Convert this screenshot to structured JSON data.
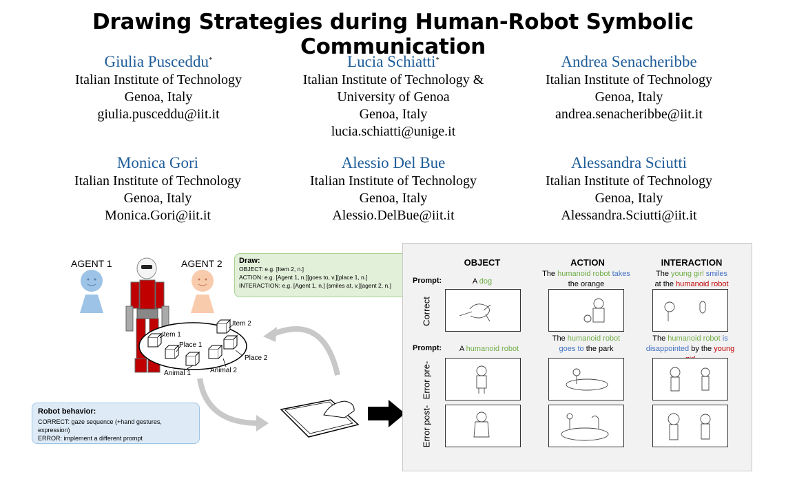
{
  "title": "Drawing Strategies during Human-Robot Symbolic Communication",
  "authors": [
    {
      "name": "Giulia Pusceddu",
      "mark": "*",
      "lines": [
        "Italian Institute of Technology",
        "Genoa, Italy",
        "giulia.pusceddu@iit.it"
      ]
    },
    {
      "name": "Lucia Schiatti",
      "mark": "*",
      "lines": [
        "Italian Institute of Technology &",
        "University of Genoa",
        "Genoa, Italy",
        "lucia.schiatti@unige.it"
      ]
    },
    {
      "name": "Andrea Senacheribbe",
      "mark": "",
      "lines": [
        "Italian Institute of Technology",
        "Genoa, Italy",
        "andrea.senacheribbe@iit.it"
      ]
    },
    {
      "name": "Monica Gori",
      "mark": "",
      "lines": [
        "Italian Institute of Technology",
        "Genoa, Italy",
        "Monica.Gori@iit.it"
      ]
    },
    {
      "name": "Alessio Del Bue",
      "mark": "",
      "lines": [
        "Italian Institute of Technology",
        "Genoa, Italy",
        "Alessio.DelBue@iit.it"
      ]
    },
    {
      "name": "Alessandra Sciutti",
      "mark": "",
      "lines": [
        "Italian Institute of Technology",
        "Genoa, Italy",
        "Alessandra.Sciutti@iit.it"
      ]
    }
  ],
  "figure": {
    "agent1": "AGENT 1",
    "agent2": "AGENT 2",
    "scene_labels": {
      "item1": "Item 1",
      "item2": "Item 2",
      "place1": "Place 1",
      "place2": "Place 2",
      "animal1": "Animal 1",
      "animal2": "Animal 2"
    },
    "draw_box": {
      "heading": "Draw:",
      "object": "OBJECT: e.g. [Item 2, n.]",
      "action": "ACTION: e.g. [Agent 1, n.][goes to, v.][place 1, n.]",
      "interaction": "INTERACTION: e.g. [Agent 1, n.] [smiles at, v.][agent 2, n.]"
    },
    "robot_box": {
      "heading": "Robot behavior:",
      "correct": "CORRECT: gaze sequence (+hand gestures, expression)",
      "error": "ERROR: implement a different prompt"
    },
    "panel": {
      "columns": [
        "OBJECT",
        "ACTION",
        "INTERACTION"
      ],
      "prompt_label": "Prompt:",
      "rows": [
        "Correct",
        "Error pre-",
        "Error post-"
      ],
      "prompt1": {
        "object": [
          "A ",
          "dog"
        ],
        "action": [
          "The ",
          "humanoid robot",
          " takes",
          "the orange"
        ],
        "interaction": [
          "The ",
          "young girl",
          " smiles",
          "at the ",
          "humanoid robot"
        ]
      },
      "prompt2": {
        "object": [
          "A ",
          "humanoid robot"
        ],
        "action": [
          "The ",
          "humanoid robot",
          "goes to",
          " the park"
        ],
        "interaction": [
          "The ",
          "humanoid robot",
          " is",
          "disappointed",
          " by the ",
          "young girl"
        ]
      }
    },
    "colors": {
      "green": "#70ad47",
      "blue": "#4472c4",
      "red": "#c00000",
      "link": "#1f5d99"
    }
  }
}
